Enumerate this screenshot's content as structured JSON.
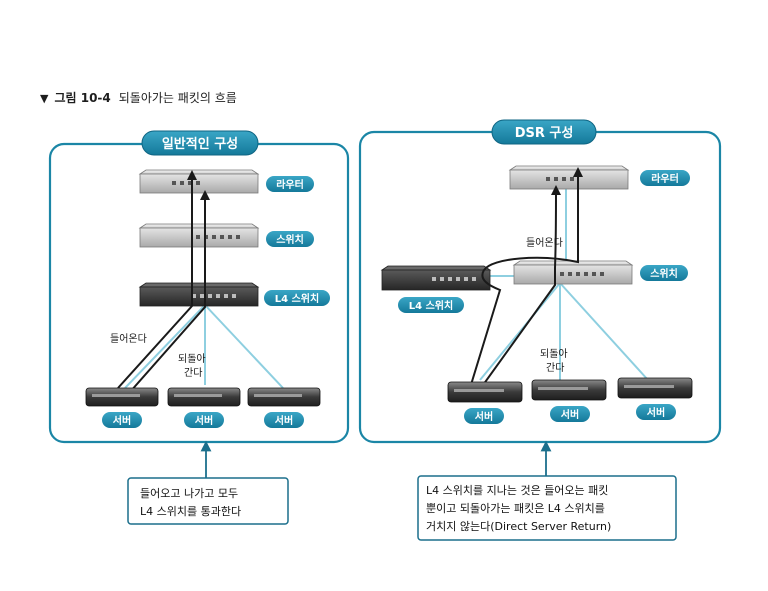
{
  "figure": {
    "caption_marker": "▼",
    "caption_number": "그림 10-4",
    "caption_title": "되돌아가는 패킷의 흐름"
  },
  "left_panel": {
    "title": "일반적인 구성",
    "router_label": "라우터",
    "switch_label": "스위치",
    "l4_label": "L4 스위치",
    "incoming_label": "들어온다",
    "return_label_line1": "되돌아",
    "return_label_line2": "간다",
    "servers": [
      "서버",
      "서버",
      "서버"
    ]
  },
  "right_panel": {
    "title": "DSR 구성",
    "router_label": "라우터",
    "switch_label": "스위치",
    "l4_label": "L4 스위치",
    "incoming_label": "들어온다",
    "return_label_line1": "되돌아",
    "return_label_line2": "간다",
    "servers": [
      "서버",
      "서버",
      "서버"
    ]
  },
  "notes": {
    "left_line1": "들어오고 나가고 모두",
    "left_line2": "L4 스위치를 통과한다",
    "right_line1": "L4 스위치를 지나는 것은 들어오는 패킷",
    "right_line2": "뿐이고 되돌아가는 패킷은 L4 스위치를",
    "right_line3": "거치지 않는다(Direct Server Return)"
  },
  "colors": {
    "panel_border": "#1b86a6",
    "label_fill": "#1b86a6",
    "light_line": "#8ecfe0",
    "device_light": "#c9c9c9",
    "device_dark": "#3b3b3b"
  }
}
